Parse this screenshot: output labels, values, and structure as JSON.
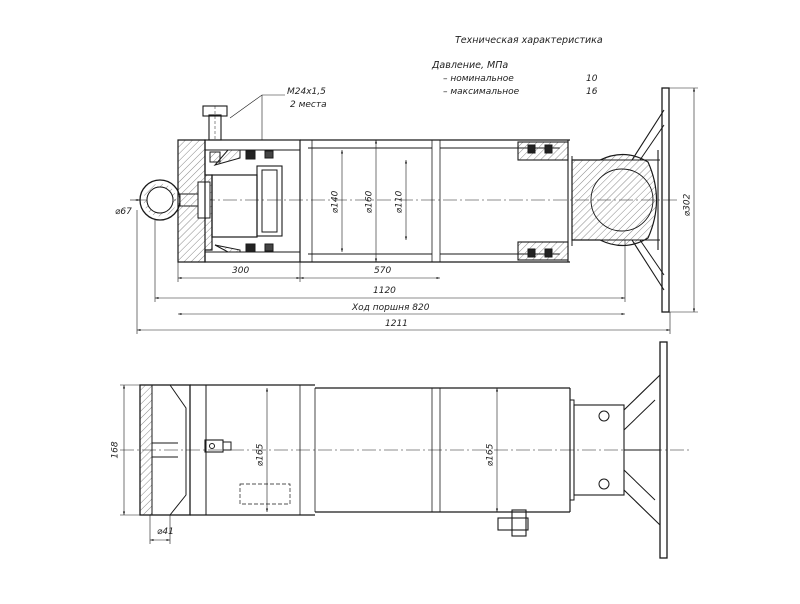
{
  "spec": {
    "title": "Техническая характеристика",
    "pressure_label": "Давление, МПа",
    "rows": [
      {
        "label": "– номинальное",
        "value": "10"
      },
      {
        "label": "– максимальное",
        "value": "16"
      }
    ]
  },
  "callouts": {
    "thread": "M24x1,5",
    "thread_count": "2 места"
  },
  "dimensions": {
    "d140": "⌀140",
    "d160": "⌀160",
    "d110": "⌀110",
    "d302": "⌀302",
    "d67": "⌀67",
    "d300": "300",
    "d570": "570",
    "d1120": "1120",
    "stroke": "Ход поршня 820",
    "d1211": "1211",
    "d168": "168",
    "d165_left": "⌀165",
    "d165_right": "⌀165",
    "d41": "⌀41"
  },
  "colors": {
    "line": "#1a1a1a",
    "hatch": "#555555"
  }
}
